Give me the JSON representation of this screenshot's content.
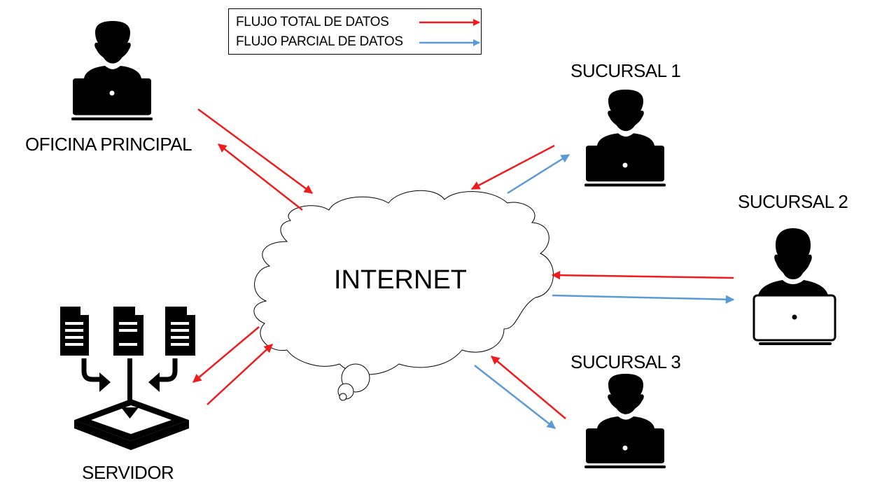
{
  "legend": {
    "total_label": "FLUJO TOTAL DE DATOS",
    "partial_label": "FLUJO PARCIAL DE DATOS"
  },
  "nodes": {
    "main_office": "OFICINA PRINCIPAL",
    "branch1": "SUCURSAL 1",
    "branch2": "SUCURSAL 2",
    "branch3": "SUCURSAL 3",
    "server": "SERVIDOR"
  },
  "cloud_label": "INTERNET",
  "colors": {
    "total_flow": "#ee1c1c",
    "partial_flow": "#5b9bd5",
    "icon": "#000000"
  },
  "icons": {
    "user_laptop": "user-at-laptop-icon",
    "server": "document-upload-server-icon"
  }
}
